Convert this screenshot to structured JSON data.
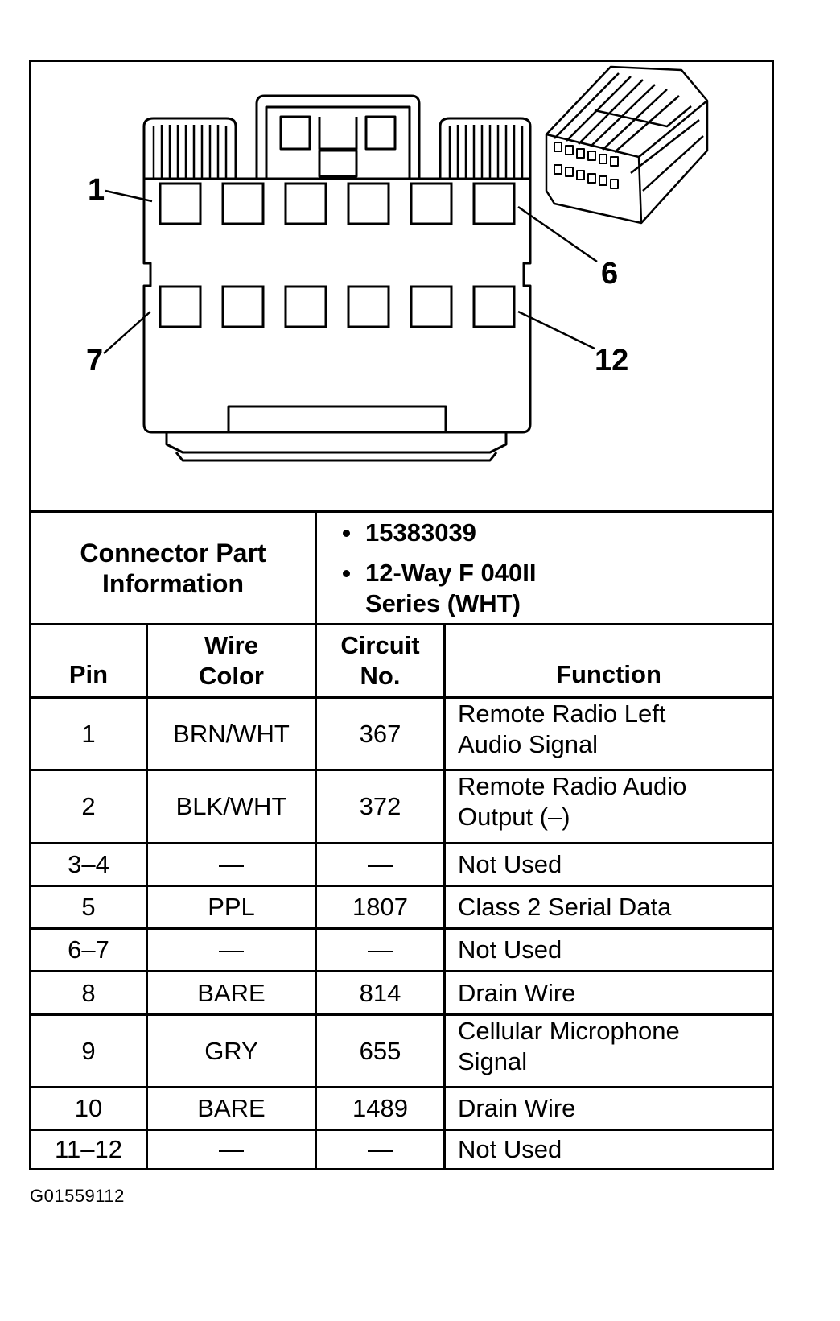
{
  "connector": {
    "pin_callouts": [
      "1",
      "6",
      "7",
      "12"
    ]
  },
  "info": {
    "label_line1": "Connector Part",
    "label_line2": "Information",
    "items": [
      "15383039",
      "12-Way F 040II",
      "Series (WHT)"
    ]
  },
  "table": {
    "headers": {
      "pin": "Pin",
      "wire_color_line1": "Wire",
      "wire_color_line2": "Color",
      "circuit_line1": "Circuit",
      "circuit_line2": "No.",
      "function": "Function"
    },
    "rows": [
      {
        "pin": "1",
        "wire": "BRN/WHT",
        "circuit": "367",
        "function_line1": "Remote Radio Left",
        "function_line2": "Audio Signal"
      },
      {
        "pin": "2",
        "wire": "BLK/WHT",
        "circuit": "372",
        "function_line1": "Remote Radio Audio",
        "function_line2": "Output (–)"
      },
      {
        "pin": "3–4",
        "wire": "—",
        "circuit": "—",
        "function_line1": "Not Used",
        "function_line2": ""
      },
      {
        "pin": "5",
        "wire": "PPL",
        "circuit": "1807",
        "function_line1": "Class 2 Serial Data",
        "function_line2": ""
      },
      {
        "pin": "6–7",
        "wire": "—",
        "circuit": "—",
        "function_line1": "Not Used",
        "function_line2": ""
      },
      {
        "pin": "8",
        "wire": "BARE",
        "circuit": "814",
        "function_line1": "Drain Wire",
        "function_line2": ""
      },
      {
        "pin": "9",
        "wire": "GRY",
        "circuit": "655",
        "function_line1": "Cellular Microphone",
        "function_line2": "Signal"
      },
      {
        "pin": "10",
        "wire": "BARE",
        "circuit": "1489",
        "function_line1": "Drain Wire",
        "function_line2": ""
      },
      {
        "pin": "11–12",
        "wire": "—",
        "circuit": "—",
        "function_line1": "Not Used",
        "function_line2": ""
      }
    ]
  },
  "figure_id": "G01559112"
}
